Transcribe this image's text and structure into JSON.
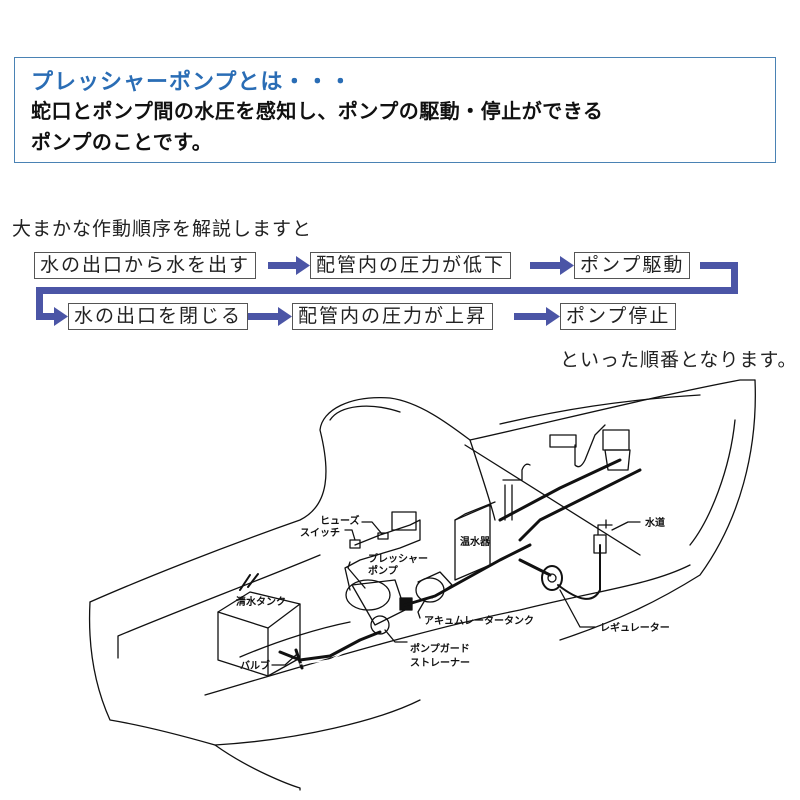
{
  "header": {
    "title": "プレッシャーポンプとは・・・",
    "body_line1": "蛇口とポンプ間の水圧を感知し、ポンプの駆動・停止ができる",
    "body_line2": "ポンプのことです。"
  },
  "flow": {
    "intro": "大まかな作動順序を解説しますと",
    "steps": [
      {
        "label": "水の出口から水を出す"
      },
      {
        "label": "配管内の圧力が低下"
      },
      {
        "label": "ポンプ駆動"
      },
      {
        "label": "水の出口を閉じる"
      },
      {
        "label": "配管内の圧力が上昇"
      },
      {
        "label": "ポンプ停止"
      }
    ],
    "outro": "といった順番となります。",
    "arrow_color": "#4b55a6"
  },
  "diagram": {
    "labels": {
      "fuse": "ヒューズ",
      "switch": "スイッチ",
      "pressure_pump_1": "プレッシャー",
      "pressure_pump_2": "ポンプ",
      "water_heater": "温水器",
      "fresh_water_tank": "清水タンク",
      "valve": "バルブ",
      "pump_guard_1": "ポンプガード",
      "pump_guard_2": "ストレーナー",
      "accumulator_tank": "アキュムレータータンク",
      "regulator": "レギュレーター",
      "city_water": "水道"
    }
  },
  "colors": {
    "title_blue": "#2a6db5",
    "box_border": "#4a82b4",
    "arrow": "#4b55a6"
  }
}
